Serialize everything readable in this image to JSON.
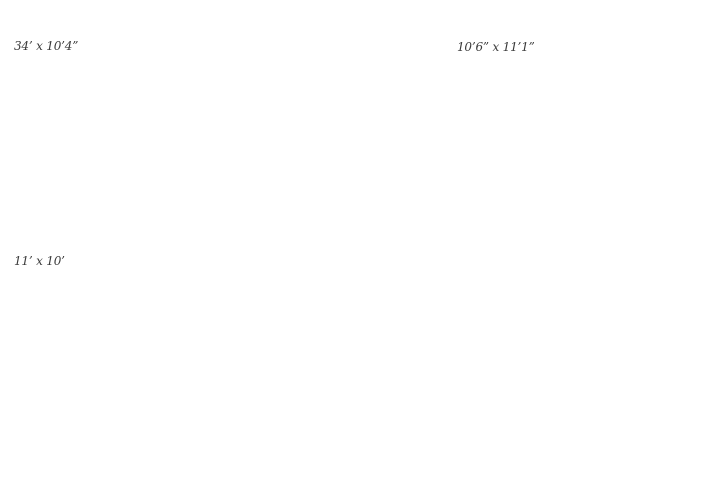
{
  "rooms": [
    {
      "dimensions": "34’ x 10’4”"
    },
    {
      "dimensions": "10’6” x 11’1”"
    },
    {
      "dimensions": "11’ x 10’"
    }
  ]
}
